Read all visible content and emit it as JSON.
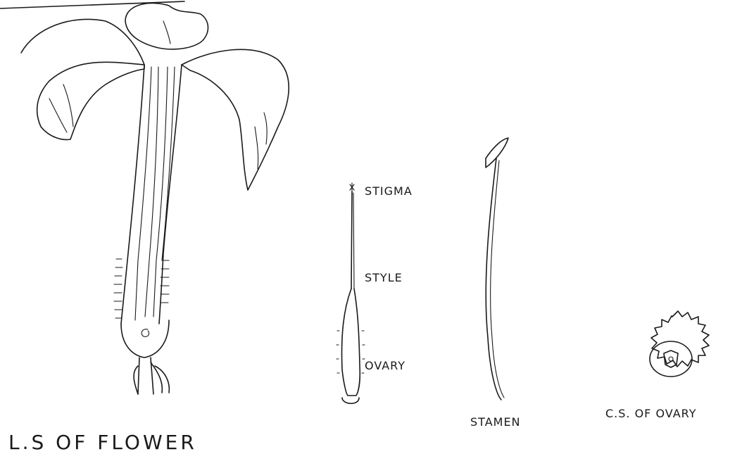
{
  "labels": {
    "stigma": "STIGMA",
    "style": "STYLE",
    "ovary": "OVARY",
    "stamen": "STAMEN",
    "cs_ovary": "C.S. OF OVARY",
    "ls_flower": "L.S OF FLOWER"
  }
}
